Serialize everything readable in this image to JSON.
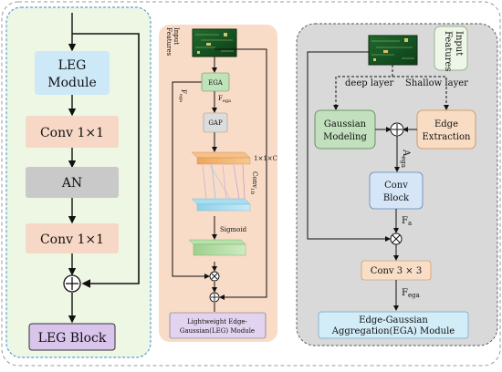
{
  "panel_left": {
    "nodes": {
      "leg_module_line1": "LEG",
      "leg_module_line2": "Module",
      "conv_top": "Conv 1×1",
      "an": "AN",
      "conv_bottom": "Conv 1×1",
      "output_label": "LEG Block"
    }
  },
  "panel_middle": {
    "input_label_line1": "Input",
    "input_label_line2": "Features",
    "ega": "EGA",
    "f_ega_side": "F",
    "f_ega_side_sub": "ega",
    "f_ega_out": "F",
    "f_ega_out_sub": "ega",
    "gap": "GAP",
    "dims": "1×1×C",
    "conv_label": "Conv",
    "conv_label_sub": "1D",
    "sigmoid": "Sigmoid",
    "caption_line1": "Lightweight Edge-",
    "caption_line2": "Gaussian(LEG) Module"
  },
  "panel_right": {
    "input_label_line1": "Input",
    "input_label_line2": "Features",
    "deep_layer": "deep layer",
    "shallow_layer": "Shallow layer",
    "gaussian_line1": "Gaussian",
    "gaussian_line2": "Modeling",
    "edge_line1": "Edge",
    "edge_line2": "Extraction",
    "a_ega": "A",
    "a_ega_sub": "ega",
    "conv_block_line1": "Conv",
    "conv_block_line2": "Block",
    "f_a": "F",
    "f_a_sub": "a",
    "conv33": "Conv 3 × 3",
    "f_ega": "F",
    "f_ega_sub": "ega",
    "caption_line1": "Edge-Gaussian",
    "caption_line2": "Aggregation(EGA) Module"
  },
  "colors": {
    "left_bg": "#eef6e4",
    "left_border": "#5aa0d8",
    "leg_module": "#cde8f7",
    "conv": "#f7d8c6",
    "an": "#c9c9c9",
    "leg_block": "#d9c4ec",
    "middle_bg": "#f8dcc8",
    "ega_box": "#bfe2b8",
    "gap_box": "#dcdcdc",
    "caption": "#e2d4f0",
    "right_bg": "#d9d9d9",
    "gaussian_box": "#c2e0bd",
    "edge_box": "#f9dcc4",
    "conv_block": "#d6e6f7",
    "conv33": "#f8ddc7",
    "ega_caption": "#d2ecf8"
  }
}
